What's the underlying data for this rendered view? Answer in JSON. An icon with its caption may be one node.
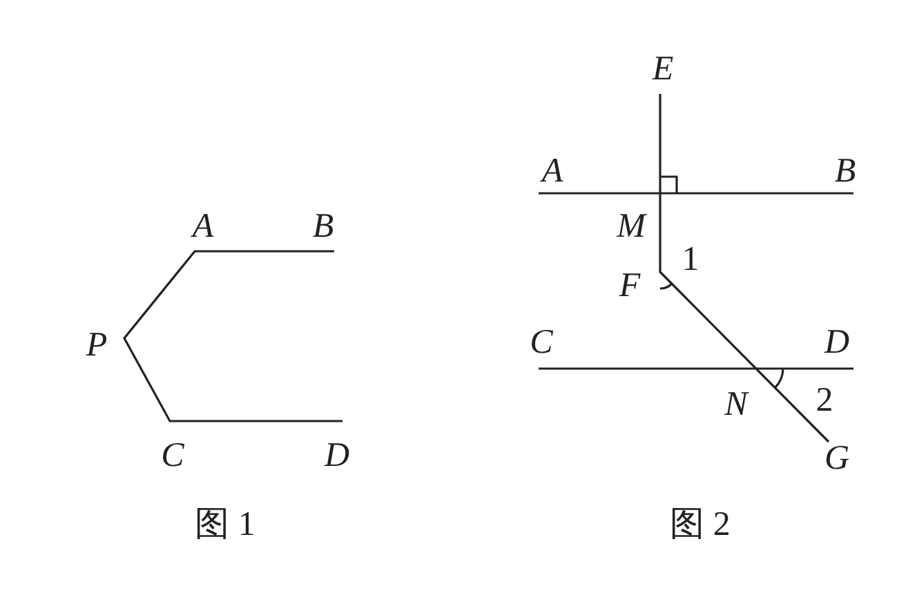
{
  "diagram": {
    "labels": [
      "E",
      "A",
      "B",
      "A",
      "B",
      "M",
      "F",
      "1",
      "P",
      "C",
      "D",
      "N",
      "2",
      "C",
      "D",
      "G",
      "图 1",
      "图 2"
    ]
  }
}
